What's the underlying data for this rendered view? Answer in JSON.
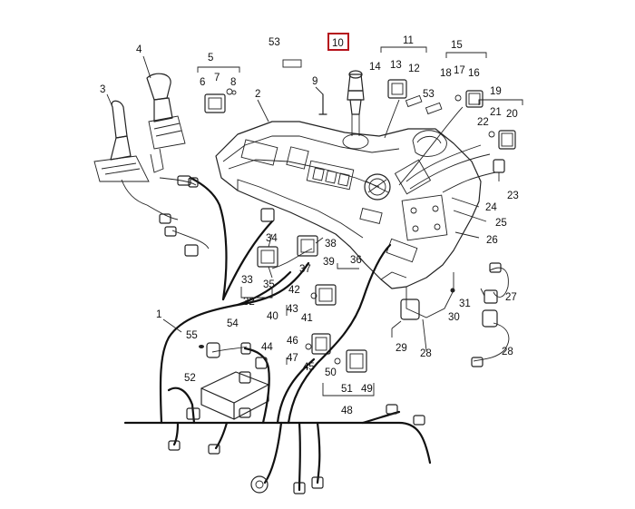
{
  "highlight": {
    "label": "10",
    "color": "#b5121b"
  },
  "labels": {
    "l1": "1",
    "l2": "2",
    "l3": "3",
    "l4": "4",
    "l5": "5",
    "l6": "6",
    "l7": "7",
    "l8": "8",
    "l9": "9",
    "l10": "10",
    "l11": "11",
    "l12": "12",
    "l13": "13",
    "l14": "14",
    "l15": "15",
    "l16": "16",
    "l17": "17",
    "l18": "18",
    "l19": "19",
    "l20": "20",
    "l21": "21",
    "l22": "22",
    "l23": "23",
    "l24": "24",
    "l25": "25",
    "l26": "26",
    "l27": "27",
    "l28a": "28",
    "l28b": "28",
    "l29": "29",
    "l30": "30",
    "l31": "31",
    "l32": "32",
    "l33": "33",
    "l34": "34",
    "l35": "35",
    "l36": "36",
    "l37": "37",
    "l38": "38",
    "l39": "39",
    "l40": "40",
    "l41": "41",
    "l42": "42",
    "l43": "43",
    "l44": "44",
    "l45": "45",
    "l46": "46",
    "l47": "47",
    "l48": "48",
    "l49": "49",
    "l50": "50",
    "l51": "51",
    "l52": "52",
    "l53a": "53",
    "l53b": "53",
    "l54": "54",
    "l55": "55"
  },
  "line_color": "#222222"
}
